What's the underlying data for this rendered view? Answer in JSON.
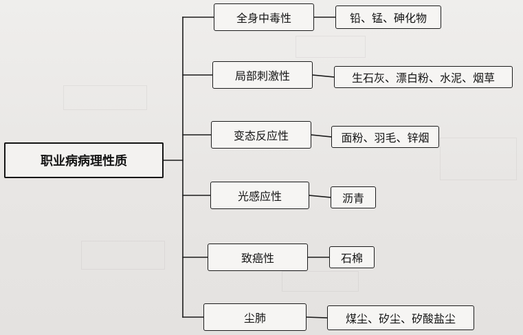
{
  "root": {
    "label": "职业病病理性质"
  },
  "branches": [
    {
      "category": "全身中毒性",
      "examples": "铅、锰、砷化物"
    },
    {
      "category": "局部刺激性",
      "examples": "生石灰、漂白粉、水泥、烟草"
    },
    {
      "category": "变态反应性",
      "examples": "面粉、羽毛、锌烟"
    },
    {
      "category": "光感应性",
      "examples": "沥青"
    },
    {
      "category": "致癌性",
      "examples": "石棉"
    },
    {
      "category": "尘肺",
      "examples": "煤尘、矽尘、矽酸盐尘"
    }
  ],
  "style": {
    "line_color": "#1b1b1b",
    "box_border": "#1b1b1b",
    "box_fill": "#f6f5f3"
  }
}
